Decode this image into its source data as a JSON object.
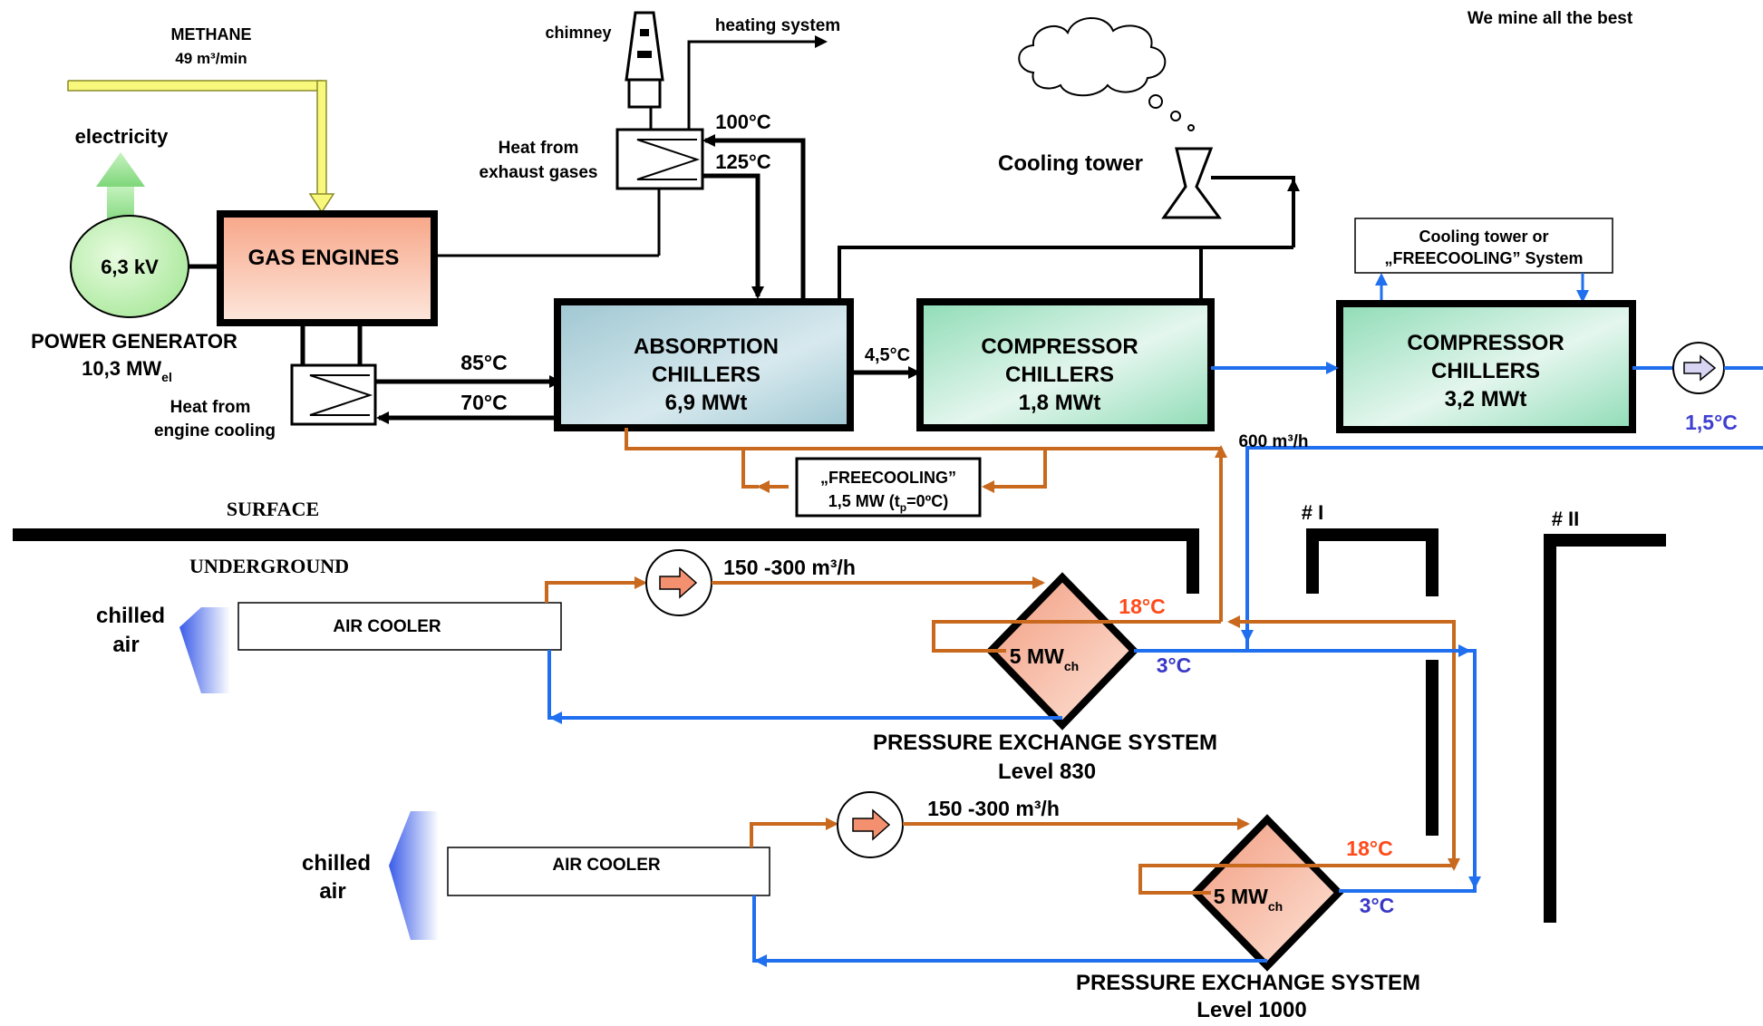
{
  "slogan": "We mine all the best",
  "methane": {
    "title": "METHANE",
    "flow": "49 m³/min"
  },
  "electricity": "electricity",
  "generator": {
    "voltage": "6,3 kV",
    "label": "POWER GENERATOR",
    "power": "10,3 MW",
    "power_sub": "el"
  },
  "gas_engines": "GAS ENGINES",
  "chimney": "chimney",
  "heating_system": "heating system",
  "exhaust_heat": {
    "line1": "Heat from",
    "line2": "exhaust gases"
  },
  "temp_100": "100°C",
  "temp_125": "125°C",
  "engine_heat": {
    "line1": "Heat from",
    "line2": "engine cooling"
  },
  "temp_85": "85°C",
  "temp_70": "70°C",
  "cooling_tower": "Cooling tower",
  "absorption": {
    "line1": "ABSORPTION",
    "line2": "CHILLERS",
    "line3": "6,9 MWt"
  },
  "temp_45": "4,5°C",
  "compressor1": {
    "line1": "COMPRESSOR",
    "line2": "CHILLERS",
    "line3": "1,8 MWt"
  },
  "compressor2": {
    "line1": "COMPRESSOR",
    "line2": "CHILLERS",
    "line3": "3,2 MWt"
  },
  "ct_freecooling": {
    "line1": "Cooling tower or",
    "line2": "„FREECOOLING” System"
  },
  "temp_15": "1,5°C",
  "flow_600": "600 m³/h",
  "freecooling": {
    "line1": "„FREECOOLING”",
    "line2": "1,5 MW (t",
    "line2_sub": "p",
    "line2_end": "=0ºC)"
  },
  "surface": "SURFACE",
  "underground": "UNDERGROUND",
  "shaft1": "# I",
  "shaft2": "# II",
  "level830": {
    "chilled1": "chilled",
    "chilled2": "air",
    "air_cooler": "AIR COOLER",
    "flow": "150 -300 m³/h",
    "hot_temp": "18°C",
    "cold_temp": "3°C",
    "exchanger": "5 MW",
    "exchanger_sub": "ch",
    "system": "PRESSURE EXCHANGE SYSTEM",
    "level": "Level 830"
  },
  "level1000": {
    "chilled1": "chilled",
    "chilled2": "air",
    "air_cooler": "AIR COOLER",
    "flow": "150 -300 m³/h",
    "hot_temp": "18°C",
    "cold_temp": "3°C",
    "exchanger": "5 MW",
    "exchanger_sub": "ch",
    "system": "PRESSURE EXCHANGE SYSTEM",
    "level": "Level 1000"
  },
  "colors": {
    "orange": "#c8691e",
    "blue": "#1f6fef",
    "yellow": "#f8f87c",
    "hot": "#ff4a1a",
    "cold": "#3838c8",
    "tempblue": "#3f3fd0"
  }
}
